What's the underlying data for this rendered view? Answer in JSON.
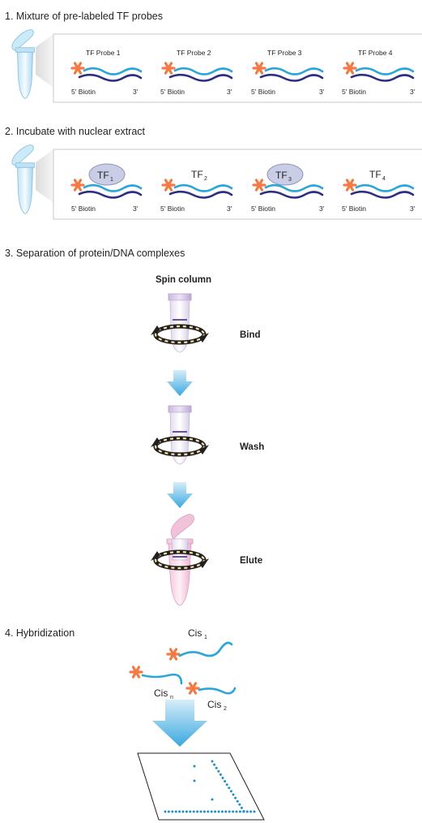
{
  "steps": {
    "s1": "1. Mixture of pre-labeled TF probes",
    "s2": "2. Incubate with nuclear extract",
    "s3": "3. Separation of protein/DNA complexes",
    "s4": "4. Hybridization"
  },
  "probes": [
    {
      "name": "TF Probe 1",
      "five": "5' Biotin",
      "three": "3'"
    },
    {
      "name": "TF Probe 2",
      "five": "5' Biotin",
      "three": "3'"
    },
    {
      "name": "TF Probe 3",
      "five": "5' Biotin",
      "three": "3'"
    },
    {
      "name": "TF Probe 4",
      "five": "5' Biotin",
      "three": "3'"
    }
  ],
  "complexes": [
    {
      "tf": "TF",
      "sub": "1",
      "five": "5' Biotin",
      "three": "3'"
    },
    {
      "tf": "TF",
      "sub": "2",
      "five": "5' Biotin",
      "three": "3'"
    },
    {
      "tf": "TF",
      "sub": "3",
      "five": "5' Biotin",
      "three": "3'"
    },
    {
      "tf": "TF",
      "sub": "4",
      "five": "5' Biotin",
      "three": "3'"
    }
  ],
  "spin": {
    "title": "Spin column",
    "stages": [
      "Bind",
      "Wash",
      "Elute"
    ]
  },
  "hyb": {
    "cis1": {
      "text": "Cis",
      "sub": "1"
    },
    "cisn": {
      "text": "Cis",
      "sub": "n"
    },
    "cis2": {
      "text": "Cis",
      "sub": "2"
    }
  },
  "colors": {
    "biotin": "#f47a45",
    "strand_light": "#2aa6d8",
    "strand_dark": "#2d2f82",
    "tf_protein": "#c9cde6",
    "arrow": "#3aa8e0",
    "array_dots": "#1f8fc8"
  }
}
